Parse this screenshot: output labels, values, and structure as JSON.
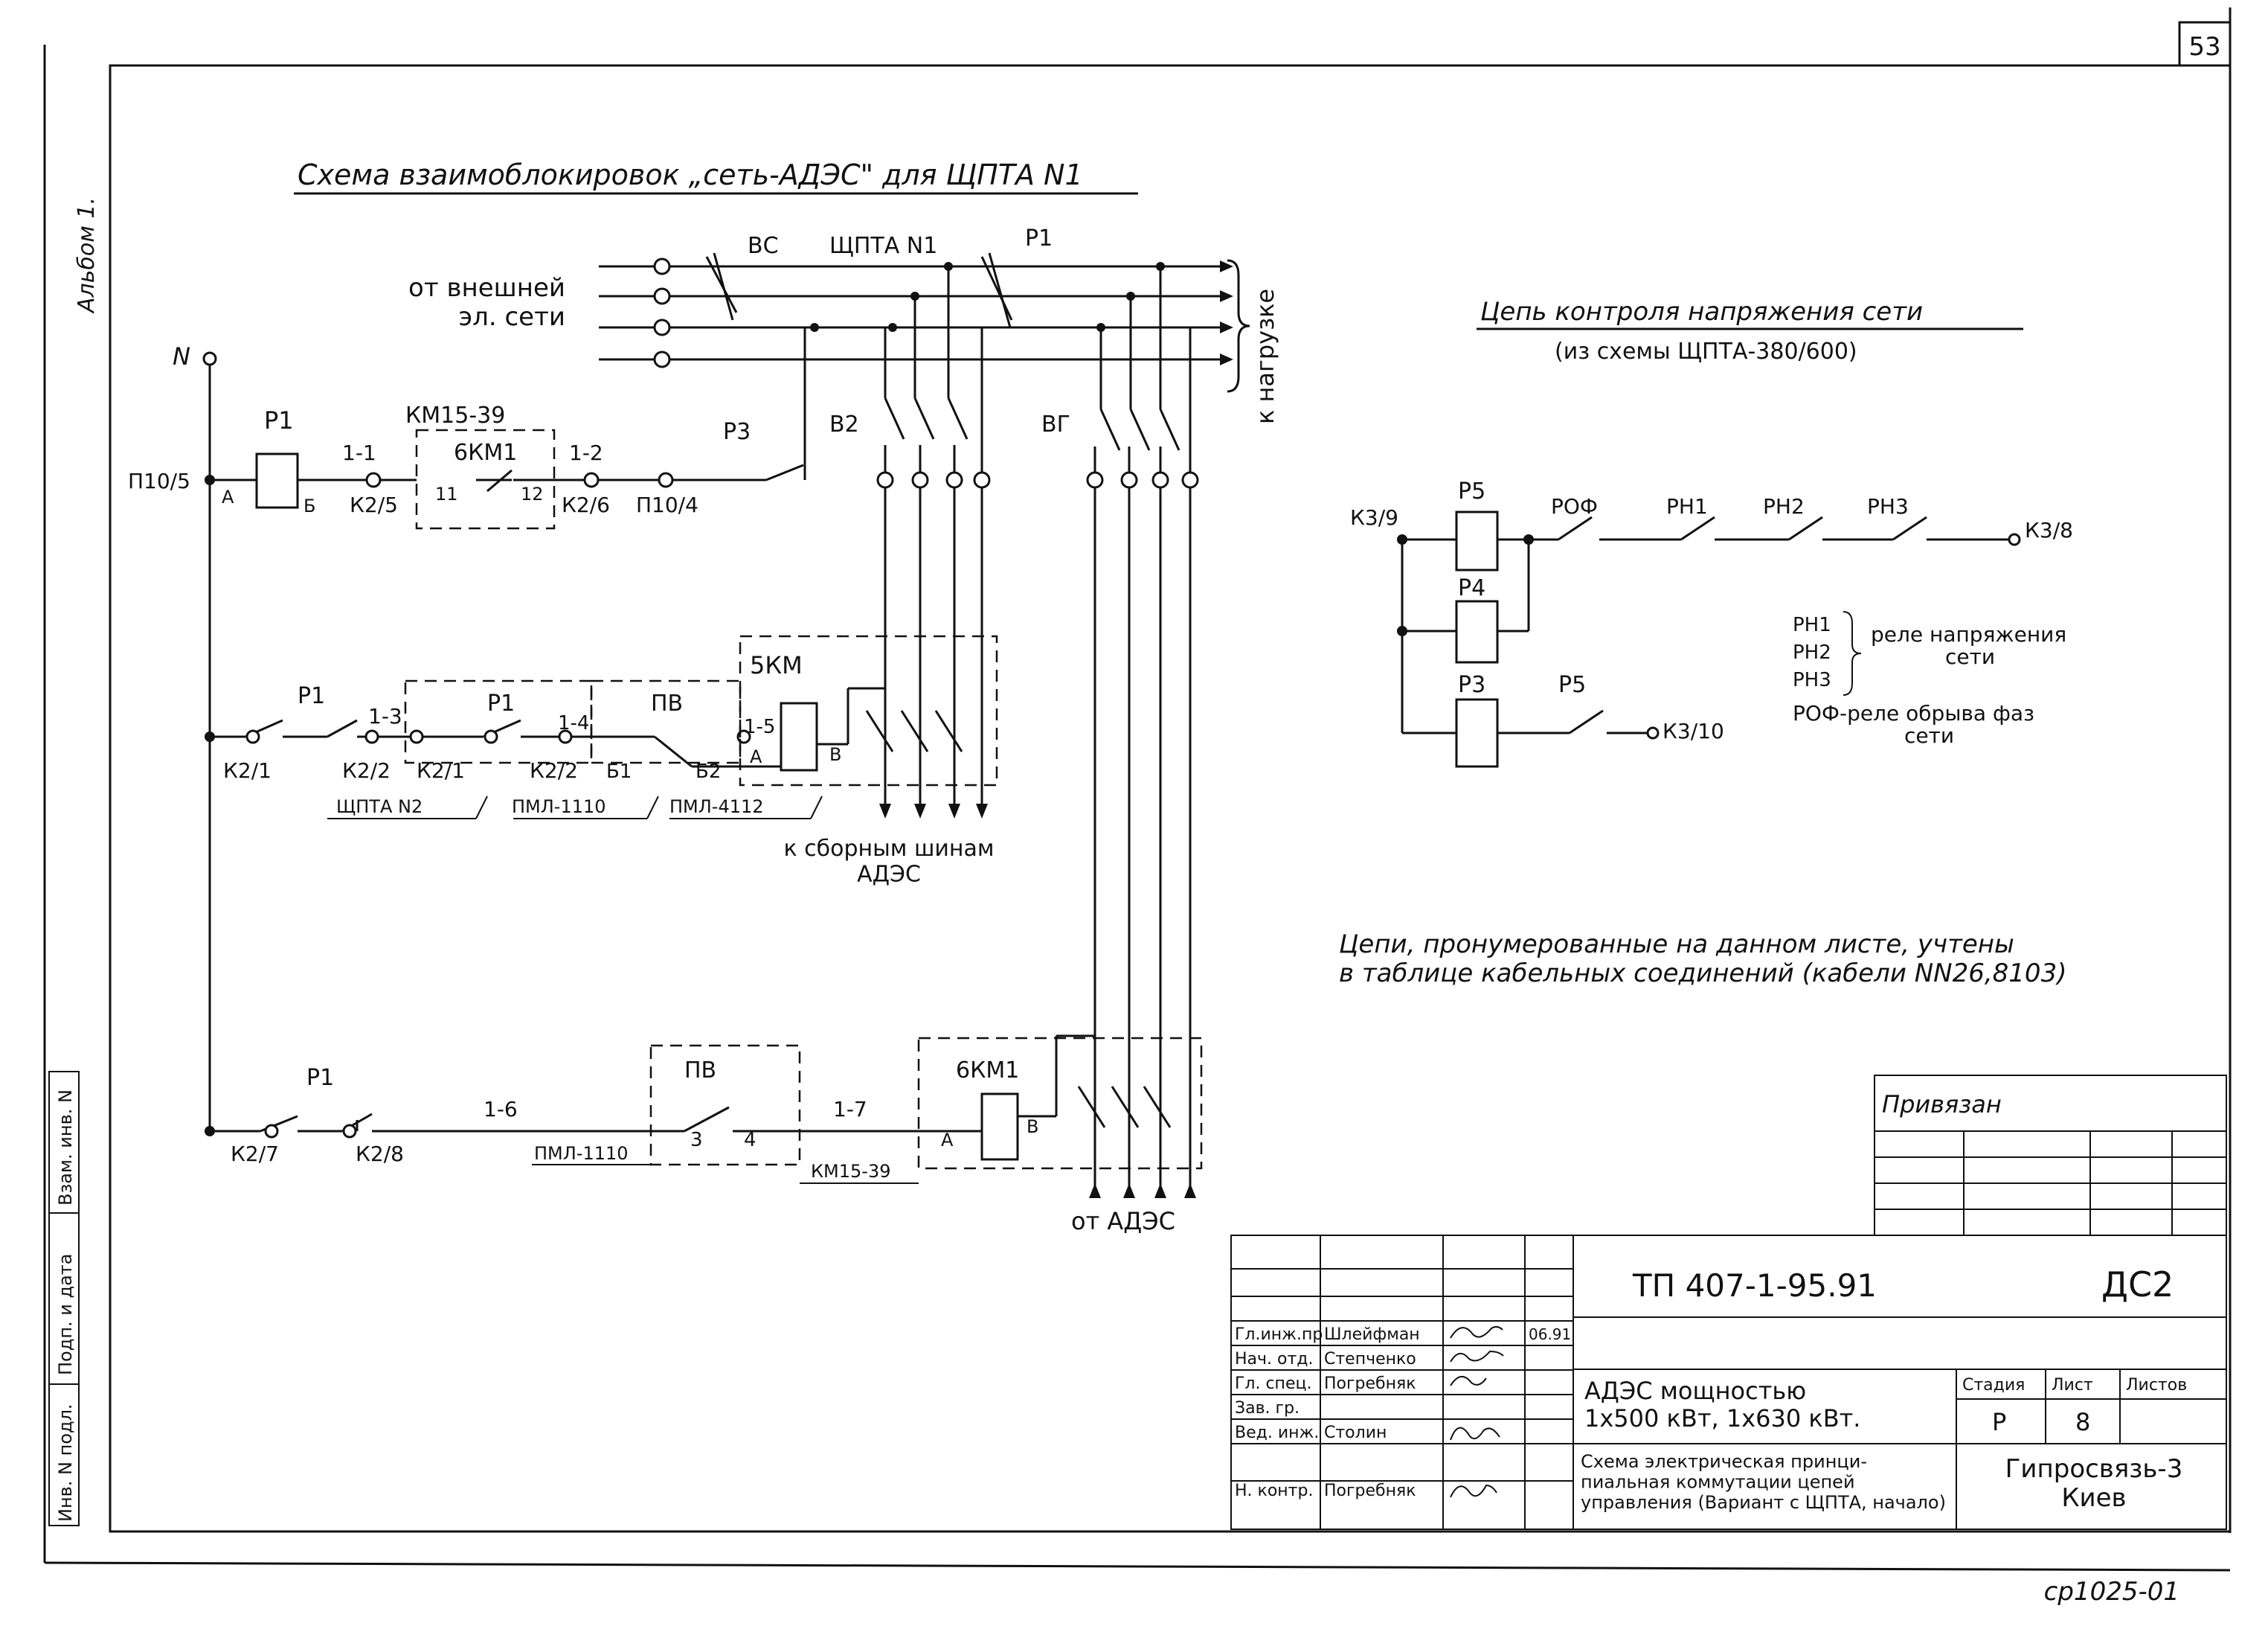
{
  "sheet_number": "53",
  "side_label": "Альбом 1.",
  "main_title": "Схема взаимоблокировок „сеть-АДЭС\" для ЩПТА N1",
  "source_label": "от внешней\nэл. сети",
  "load_label": "к нагрузке",
  "n_label": "N",
  "panel_label": "ЩПТА N1",
  "breakers": {
    "vs": "ВС",
    "p1_power": "Р1",
    "v2": "В2",
    "vg": "ВГ"
  },
  "to_busbars": "к сборным шинам\nАДЭС",
  "from_ades": "от АДЭС",
  "line1": {
    "p10_5": "П10/5",
    "r1": "Р1",
    "a": "А",
    "b": "Б",
    "w11": "1-1",
    "k2_5": "К2/5",
    "box": "КМ15-39",
    "ekm1": "6КМ1",
    "t11": "11",
    "t12": "12",
    "w12": "1-2",
    "k2_6": "К2/6",
    "p10_4": "П10/4",
    "r3": "Р3"
  },
  "line2": {
    "k2_1": "К2/1",
    "r1a": "Р1",
    "w13": "1-3",
    "k2_2": "К2/2",
    "k2_1b": "К2/1",
    "r1b": "Р1",
    "w14": "1-4",
    "k2_2b": "К2/2",
    "b1": "Б1",
    "pv": "ПВ",
    "b2": "Б2",
    "w15": "1-5",
    "a": "А",
    "b": "В",
    "km": "5КМ",
    "shpta2": "ЩПТА N2",
    "pml1110": "ПМЛ-1110",
    "pml4112": "ПМЛ-4112"
  },
  "line3": {
    "r1": "Р1",
    "k2_7": "К2/7",
    "k2_8": "К2/8",
    "w16": "1-6",
    "pv": "ПВ",
    "t3": "3",
    "t4": "4",
    "w17": "1-7",
    "ekm1": "6КМ1",
    "a": "А",
    "b": "В",
    "pml1110": "ПМЛ-1110",
    "km1539": "КМ15-39"
  },
  "control": {
    "title": "Цепь контроля напряжения сети",
    "subtitle": "(из схемы ЩПТА-380/600)",
    "k3_9": "К3/9",
    "p5": "Р5",
    "pof": "РОФ",
    "rn1": "РН1",
    "rn2": "РН2",
    "rn3": "РН3",
    "k3_8": "К3/8",
    "p4": "Р4",
    "p3": "Р3",
    "p5b": "Р5",
    "k3_10": "К3/10"
  },
  "legend": {
    "rn1": "РН1",
    "rn2": "РН2",
    "rn3": "РН3",
    "relay_voltage": "реле напряжения",
    "relay_voltage2": "сети",
    "rof": "РОФ-реле обрыва фаз",
    "rof2": "сети"
  },
  "note": "Цепи, пронумерованные на данном листе, учтены\nв таблице кабельных соединений (кабели NN26,8103)",
  "binding": {
    "label": "Привязан"
  },
  "title_block": {
    "code": "ТП 407-1-95.91",
    "sheet_code": "ДС2",
    "staff": [
      {
        "role": "Гл.инж.пр",
        "name": "Шлейфман",
        "date": "06.91"
      },
      {
        "role": "Нач. отд.",
        "name": "Степченко",
        "date": ""
      },
      {
        "role": "Гл. спец.",
        "name": "Погребняк",
        "date": ""
      },
      {
        "role": "Зав. гр.",
        "name": "",
        "date": ""
      },
      {
        "role": "Вед. инж.",
        "name": "Столин",
        "date": ""
      },
      {
        "role": "Н. контр.",
        "name": "Погребняк",
        "date": ""
      }
    ],
    "project_title": "АДЭС мощностью\n1х500 кВт, 1х630 кВт.",
    "drawing_title": "Схема электрическая принци-\nпиальная коммутации цепей\nуправления (Вариант с ЩПТА, начало)",
    "stage_label": "Стадия",
    "sheet_label": "Лист",
    "sheets_label": "Листов",
    "stage": "Р",
    "sheet": "8",
    "org": "Гипросвязь-3\nКиев"
  },
  "side_stamp": [
    "Инв. N подл.",
    "Подп. и дата",
    "Взам. инв. N"
  ],
  "footer_mark": "ср1025-01"
}
